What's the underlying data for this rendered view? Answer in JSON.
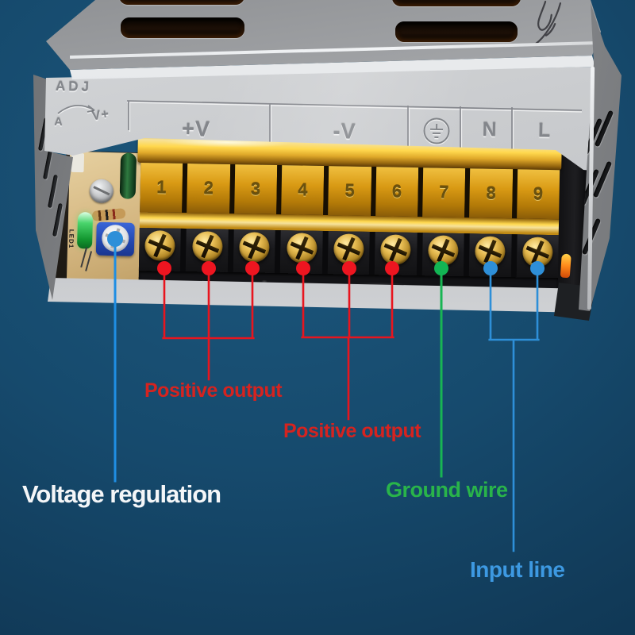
{
  "device": {
    "panel_markings": {
      "adj": "ADJ",
      "adj_sub_a": "A",
      "adj_sub_v": "V+",
      "plus_v": "+V",
      "minus_v": "-V",
      "neutral": "N",
      "line": "L",
      "ground_symbol_icon": "earth-ground-icon"
    },
    "terminal_numbers": [
      "1",
      "2",
      "3",
      "4",
      "5",
      "6",
      "7",
      "8",
      "9"
    ],
    "pcb_silkscreen": "LED1"
  },
  "annotations": {
    "positive_output_1": {
      "text": "Positive output",
      "color": "#d6231f"
    },
    "positive_output_2": {
      "text": "Positive output",
      "color": "#d6231f"
    },
    "ground_wire": {
      "text": "Ground wire",
      "color": "#29b44a"
    },
    "input_line": {
      "text": "Input line",
      "color": "#3d99e2"
    },
    "voltage_regulation": {
      "text": "Voltage regulation",
      "color": "#f4f6f8"
    },
    "marker_colors": {
      "output_dot": "#ee1520",
      "ground_dot": "#12b554",
      "input_dot": "#2e8fd8",
      "regulation_line": "#1f8ee3"
    }
  }
}
